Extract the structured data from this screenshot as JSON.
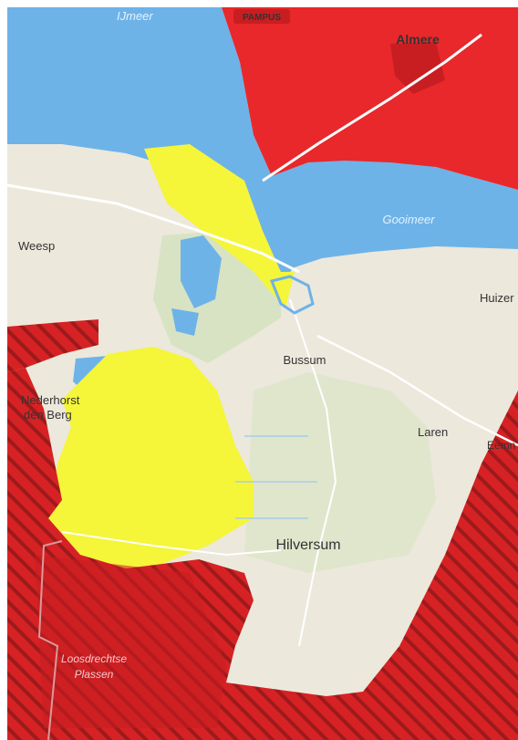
{
  "map": {
    "places": {
      "almere": "Almere",
      "weesp": "Weesp",
      "huizen": "Huizer",
      "bussum": "Bussum",
      "nederhorst_1": "Nederhorst",
      "nederhorst_2": "den Berg",
      "laren": "Laren",
      "eemnes": "Eemn",
      "hilversum": "Hilversum"
    },
    "water": {
      "ijmeer": "IJmeer",
      "gooimeer": "Gooimeer",
      "loosdrecht_1": "Loosdrechtse",
      "loosdrecht_2": "Plassen"
    },
    "badges": {
      "pampus": "PAMPUS"
    },
    "colors": {
      "land": "#ece8dc",
      "water": "#6db3e8",
      "red_zone": "#e8282b",
      "yellow_zone": "#f5f53a",
      "greenery": "#d4e4bf",
      "road": "#ffffff"
    }
  }
}
